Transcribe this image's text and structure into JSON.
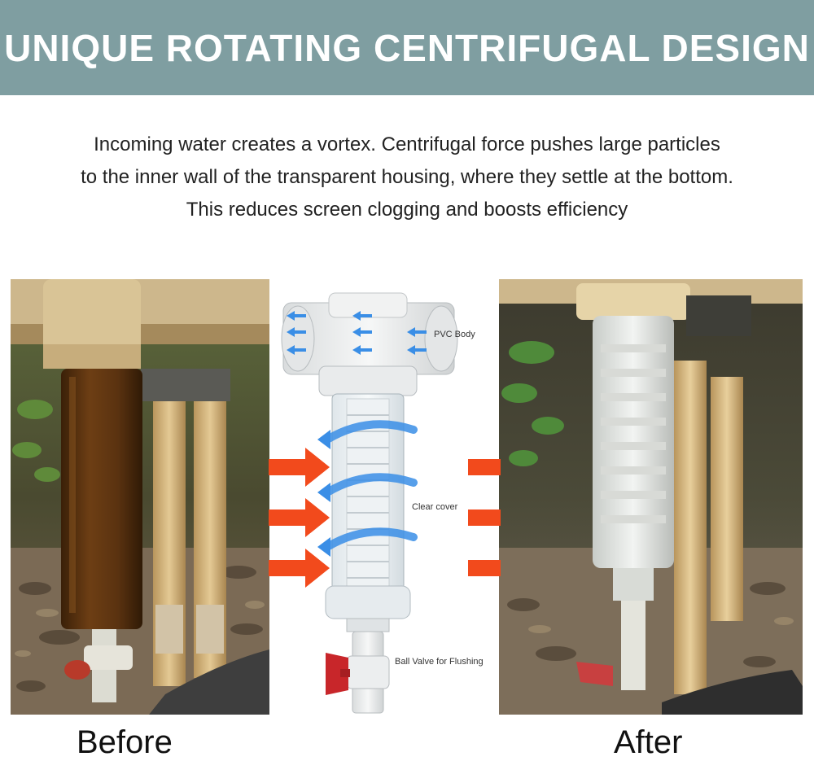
{
  "header": {
    "title": "UNIQUE ROTATING CENTRIFUGAL DESIGN",
    "bg_color": "#7f9ea1"
  },
  "description": {
    "lines": [
      "Incoming water creates a vortex. Centrifugal force pushes large particles",
      "to the inner wall of the transparent housing, where they settle at the bottom.",
      "This reduces screen clogging and boosts efficiency"
    ]
  },
  "diagram": {
    "labels": {
      "pvc_body": "PVC Body",
      "clear_cover": "Clear cover",
      "ball_valve": "Ball Valve for Flushing"
    },
    "arrow_color": "#f24a1c",
    "flow_color": "#3a8ee6"
  },
  "before_photo": {
    "caption": "Before"
  },
  "after_photo": {
    "caption": "After"
  }
}
